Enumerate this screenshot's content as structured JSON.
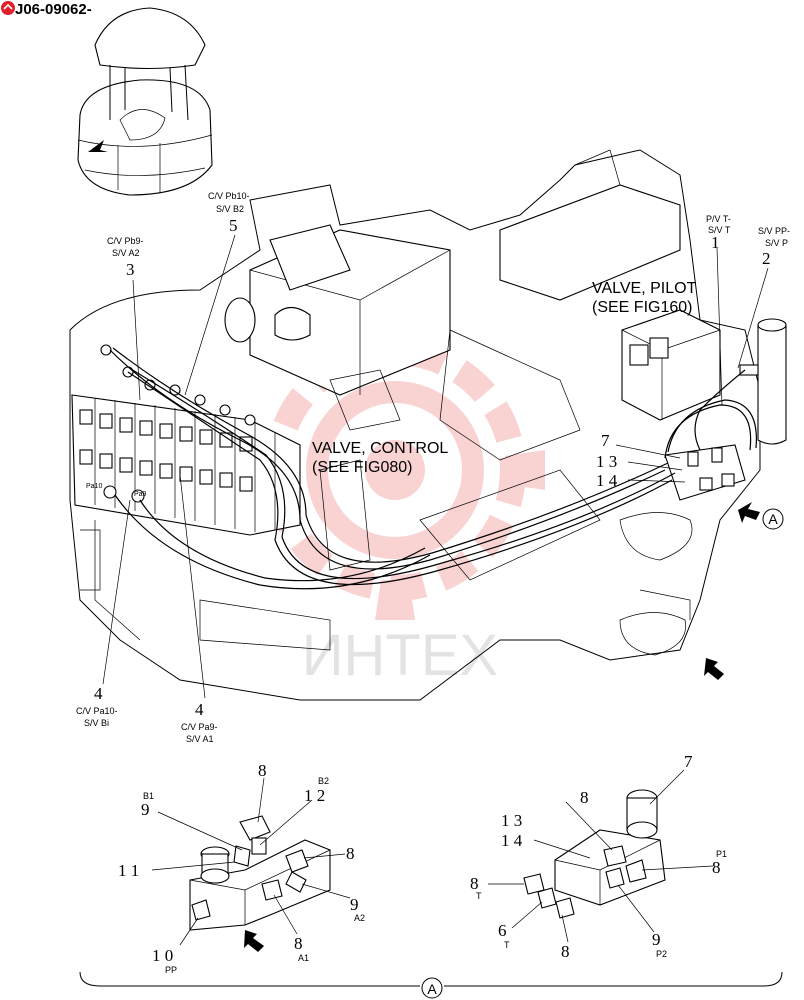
{
  "doc_id": "J06-09062-",
  "watermark": "ИНТЕХ",
  "colors": {
    "watermark": "#f08080",
    "ink": "#000000",
    "logo": "#e0202a"
  },
  "callouts": {
    "valve_pilot": [
      "VALVE, PILOT",
      "(SEE FIG160)"
    ],
    "valve_control": [
      "VALVE, CONTROL",
      "(SEE FIG080)"
    ],
    "c1": {
      "label": [
        "P/V T-",
        "S/V T"
      ],
      "num": "1"
    },
    "c2": {
      "label": [
        "S/V PP-",
        "S/V P"
      ],
      "num": "2"
    },
    "c3": {
      "label": [
        "C/V Pb9-",
        "S/V A2"
      ],
      "num": "3"
    },
    "c5": {
      "label": [
        "C/V Pb10-",
        "S/V B2"
      ],
      "num": "5"
    },
    "c4a": {
      "label": [
        "C/V Pa10-",
        "S/V Bi"
      ],
      "num": "4"
    },
    "c4b": {
      "label": [
        "C/V Pa9-",
        "S/V A1"
      ],
      "num": "4"
    },
    "n7": "7",
    "n13": "1 3",
    "n14": "1 4",
    "view_a": "A",
    "port_pa10": "Pa10",
    "port_pa9": "Pa9"
  },
  "detail_left": {
    "n8_top": "8",
    "b2": "B2",
    "n12": "1 2",
    "b1": "B1",
    "n9": "9",
    "n8_right": "8",
    "n11": "1 1",
    "n9_a2": "9",
    "a2": "A2",
    "n10": "1 0",
    "pp": "PP",
    "n8_a1": "8",
    "a1": "A1"
  },
  "detail_right": {
    "n7": "7",
    "n8_top": "8",
    "n13": "1 3",
    "n14": "1 4",
    "p1": "P1",
    "n8_p1": "8",
    "n8_t": "8",
    "t1": "T",
    "n6": "6",
    "t2": "T",
    "n8_bot": "8",
    "n9": "9",
    "p2": "P2"
  },
  "footer_label": "A"
}
